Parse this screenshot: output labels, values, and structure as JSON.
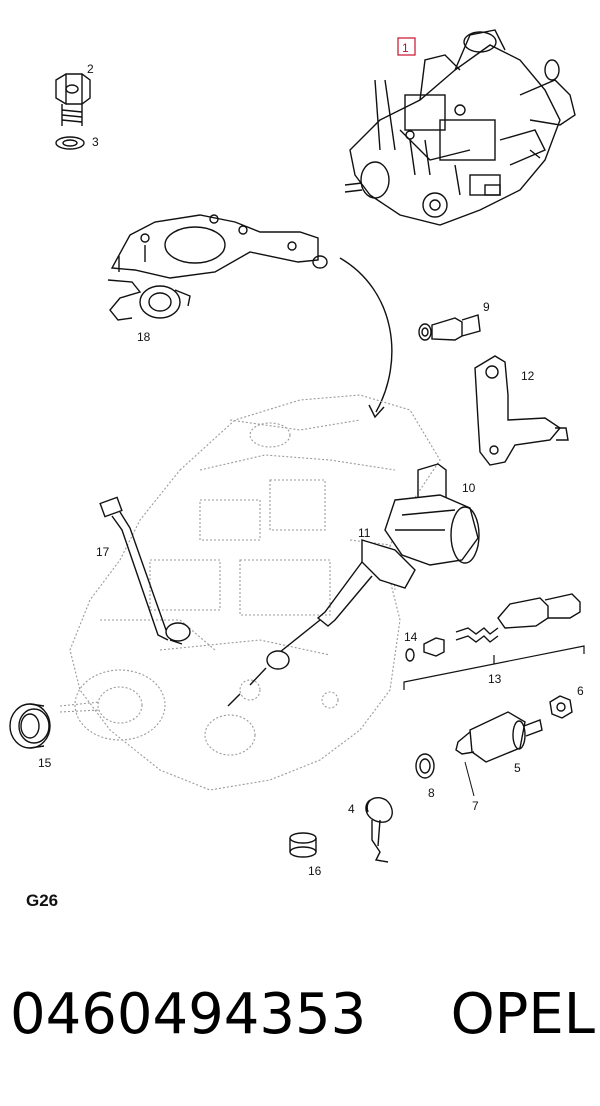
{
  "diagram": {
    "sheet_code": "G26",
    "callouts": [
      {
        "id": "c1",
        "label": "1"
      },
      {
        "id": "c2",
        "label": "2"
      },
      {
        "id": "c3",
        "label": "3"
      },
      {
        "id": "c4",
        "label": "4"
      },
      {
        "id": "c5",
        "label": "5"
      },
      {
        "id": "c6",
        "label": "6"
      },
      {
        "id": "c7",
        "label": "7"
      },
      {
        "id": "c8",
        "label": "8"
      },
      {
        "id": "c9",
        "label": "9"
      },
      {
        "id": "c10",
        "label": "10"
      },
      {
        "id": "c11",
        "label": "11"
      },
      {
        "id": "c12",
        "label": "12"
      },
      {
        "id": "c13",
        "label": "13"
      },
      {
        "id": "c14",
        "label": "14"
      },
      {
        "id": "c15",
        "label": "15"
      },
      {
        "id": "c16",
        "label": "16"
      },
      {
        "id": "c17",
        "label": "17"
      },
      {
        "id": "c18",
        "label": "18"
      }
    ],
    "highlight_color": "#c8102e"
  },
  "footer": {
    "part_number": "0460494353",
    "brand": "OPEL"
  }
}
